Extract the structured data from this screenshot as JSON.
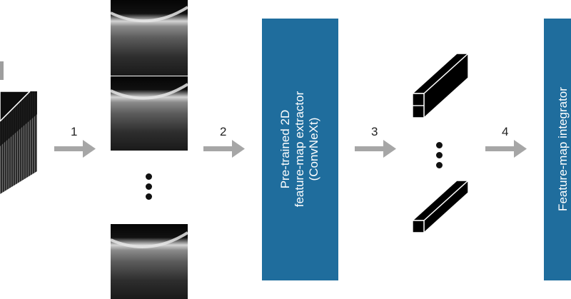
{
  "steps": [
    "1",
    "2",
    "3",
    "4"
  ],
  "extractor": {
    "line1": "Pre-trained 2D",
    "line2": "feature-map extractor",
    "line3": "(ConvNeXt)"
  },
  "integrator": {
    "label": "Feature-map integrator"
  },
  "colors": {
    "box_blue": "#1f6d9d",
    "arrow_gray": "#a6a6a6",
    "scan_dark": "#0a0a0a",
    "scan_band": "#bdbdbd"
  }
}
